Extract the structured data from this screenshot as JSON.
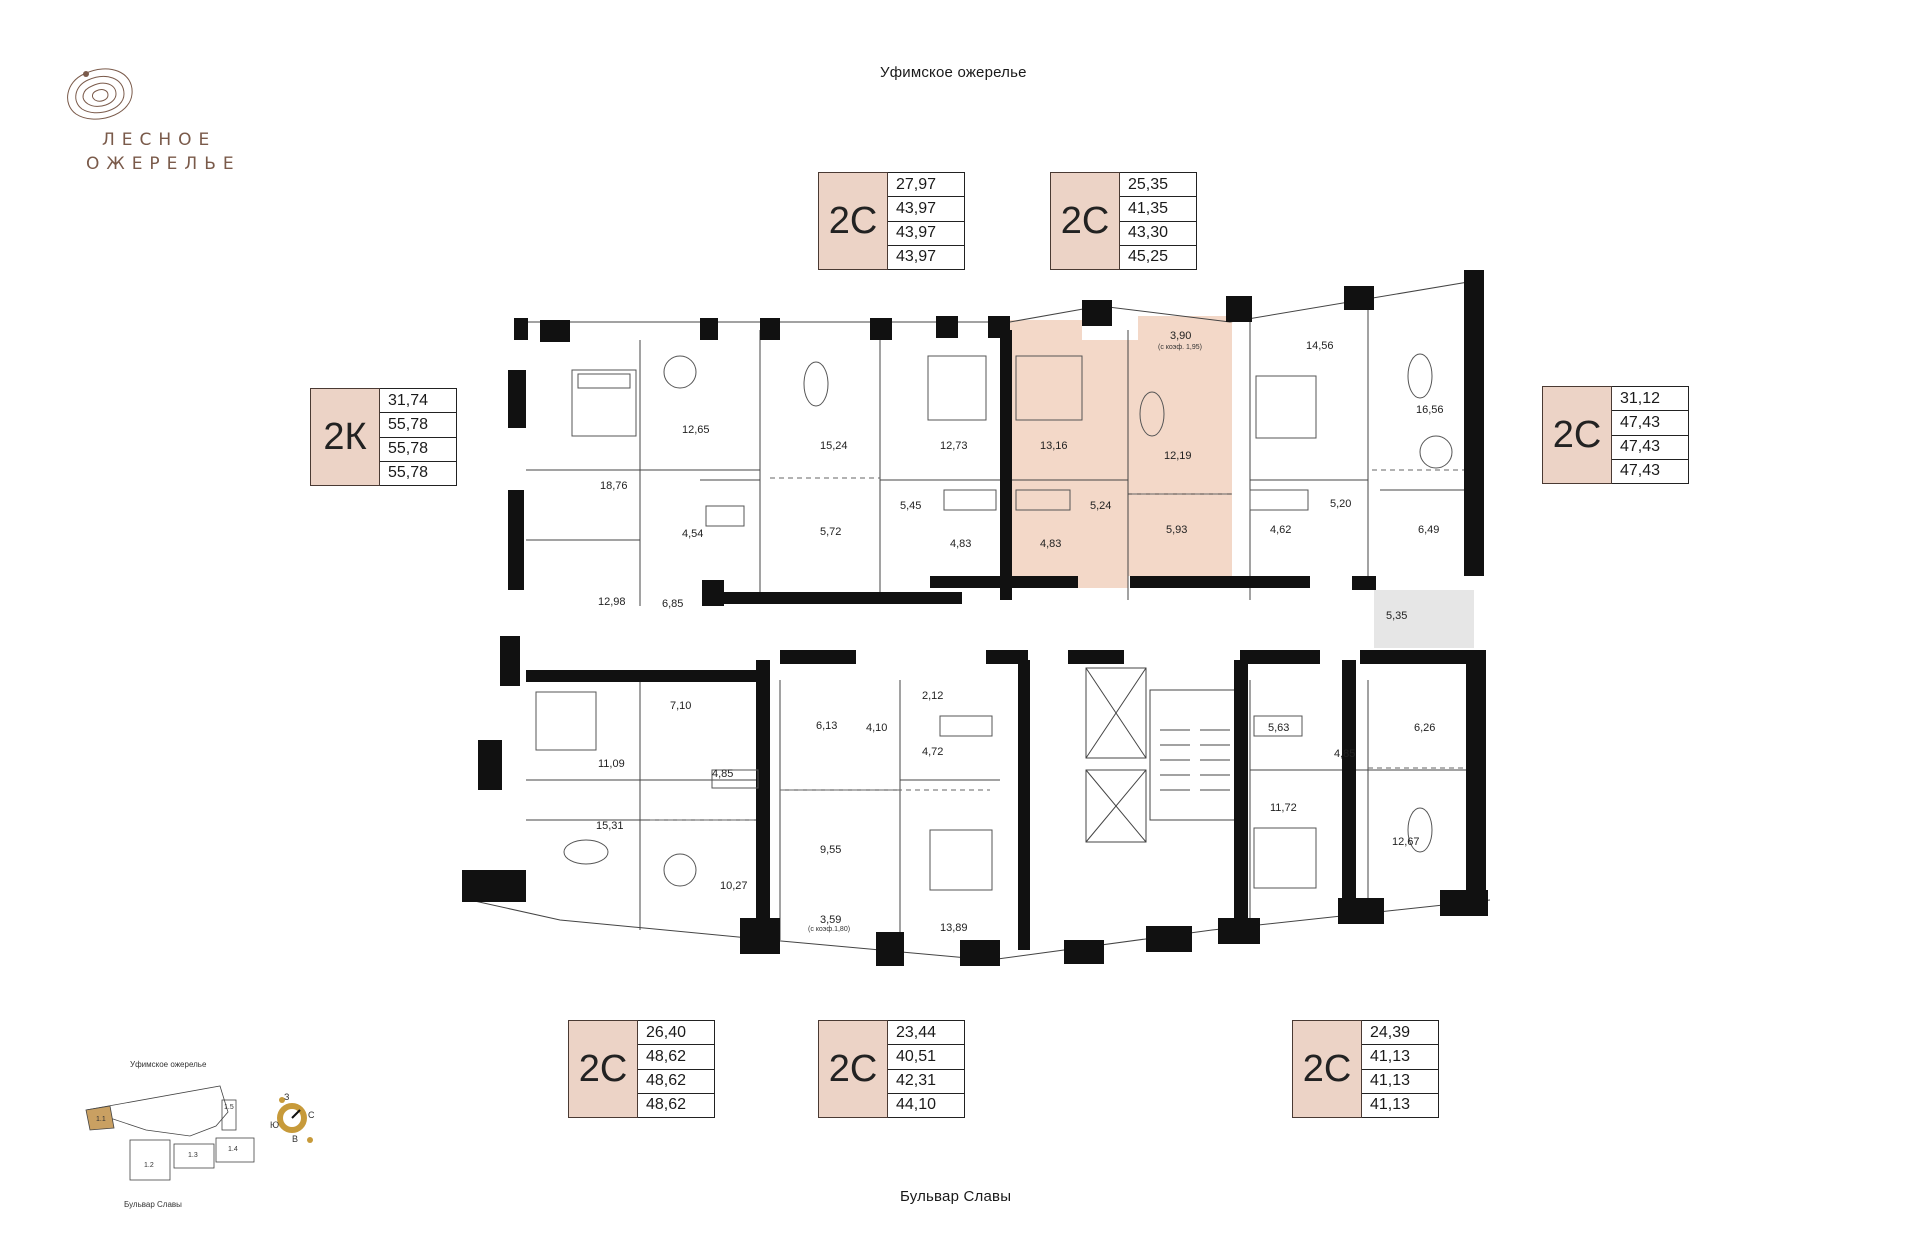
{
  "logo": {
    "line1": "ЛЕСНОЕ",
    "line2": "ОЖЕРЕЛЬЕ",
    "color": "#7a5a4a"
  },
  "streets": {
    "top": "Уфимское ожерелье",
    "bottom": "Бульвар Славы"
  },
  "colors": {
    "badge_fill": "#ecd3c6",
    "highlight_fill": "#f3d8c8",
    "wall": "#111111"
  },
  "apartments": [
    {
      "type": "2К",
      "areas": [
        "31,74",
        "55,78",
        "55,78",
        "55,78"
      ]
    },
    {
      "type": "2С",
      "areas": [
        "27,97",
        "43,97",
        "43,97",
        "43,97"
      ]
    },
    {
      "type": "2С",
      "areas": [
        "25,35",
        "41,35",
        "43,30",
        "45,25"
      ]
    },
    {
      "type": "2С",
      "areas": [
        "31,12",
        "47,43",
        "47,43",
        "47,43"
      ]
    },
    {
      "type": "2С",
      "areas": [
        "26,40",
        "48,62",
        "48,62",
        "48,62"
      ]
    },
    {
      "type": "2С",
      "areas": [
        "23,44",
        "40,51",
        "42,31",
        "44,10"
      ]
    },
    {
      "type": "2С",
      "areas": [
        "24,39",
        "41,13",
        "41,13",
        "41,13"
      ]
    }
  ],
  "rooms": [
    "18,76",
    "12,65",
    "4,54",
    "12,98",
    "6,85",
    "15,24",
    "5,72",
    "12,73",
    "5,45",
    "4,83",
    "13,16",
    "4,83",
    "5,24",
    "3,90",
    "12,19",
    "5,93",
    "14,56",
    "4,62",
    "5,20",
    "16,56",
    "6,49",
    "5,35",
    "7,10",
    "11,09",
    "4,85",
    "15,31",
    "10,27",
    "6,13",
    "4,10",
    "2,12",
    "4,72",
    "9,55",
    "3,59",
    "13,89",
    "5,63",
    "4,85",
    "6,26",
    "11,72",
    "12,67"
  ],
  "room_notes": {
    "balcony_a": "(с коэф. 1,95)",
    "balcony_b": "(с коэф.1,80)"
  },
  "minimap": {
    "street_top": "Уфимское ожерелье",
    "street_bottom": "Бульвар Славы",
    "sections": [
      "1.1",
      "1.2",
      "1.3",
      "1.4",
      "1.5"
    ],
    "compass": [
      "З",
      "С",
      "Ю",
      "В"
    ]
  }
}
